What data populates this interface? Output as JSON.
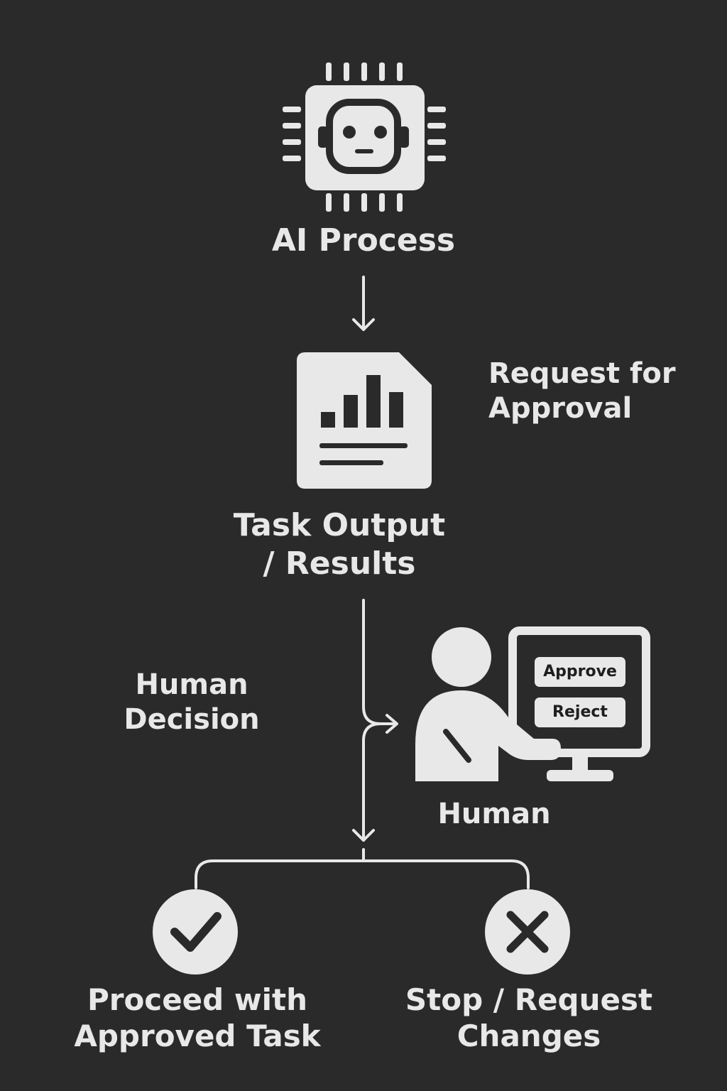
{
  "nodes": {
    "ai_process": "AI Process",
    "task_output": "Task Output\n/ Results",
    "human": "Human",
    "proceed": "Proceed with\nApproved Task",
    "stop": "Stop / Request\nChanges"
  },
  "edges": {
    "request_for_approval": "Request for\nApproval",
    "human_decision": "Human\nDecision"
  },
  "screen_buttons": {
    "approve": "Approve",
    "reject": "Reject"
  },
  "icons": {
    "ai": "robot-chip-icon",
    "document": "chart-document-icon",
    "human": "person-at-computer-icon",
    "approve": "check-circle-icon",
    "reject": "x-circle-icon"
  },
  "colors": {
    "background": "#2a2a2a",
    "foreground": "#e8e8e8"
  }
}
